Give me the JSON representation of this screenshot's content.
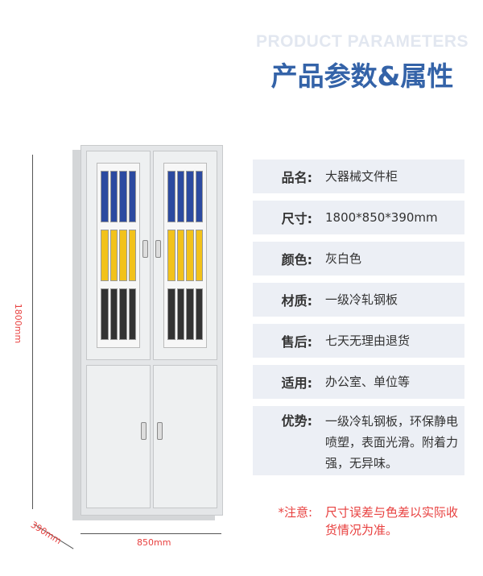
{
  "header": {
    "en_title": "PRODUCT PARAMETERS",
    "cn_title": "产品参数&属性"
  },
  "specs": [
    {
      "label": "品名:",
      "value": "大器械文件柜"
    },
    {
      "label": "尺寸:",
      "value": "1800*850*390mm"
    },
    {
      "label": "颜色:",
      "value": "灰白色"
    },
    {
      "label": "材质:",
      "value": "一级冷轧钢板"
    },
    {
      "label": "售后:",
      "value": "七天无理由退货"
    },
    {
      "label": "适用:",
      "value": "办公室、单位等"
    },
    {
      "label": "优势:",
      "value": "一级冷轧钢板，环保静电喷塑，表面光滑。附着力强，无异味。"
    }
  ],
  "note": {
    "label": "*注意:",
    "value": "尺寸误差与色差以实际收货情况为准。"
  },
  "dimensions": {
    "height": "1800mm",
    "width": "850mm",
    "depth": "390mm"
  },
  "colors": {
    "accent": "#3463a8",
    "note": "#e8403f",
    "row_bg": "#eceff5"
  }
}
